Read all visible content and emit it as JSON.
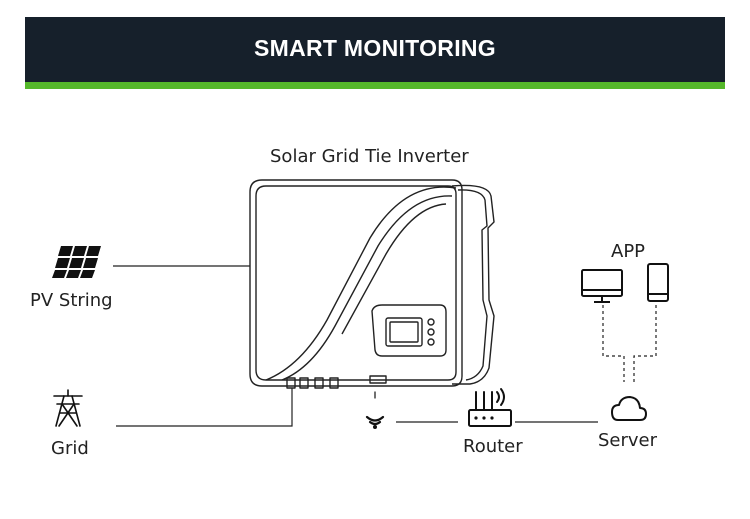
{
  "header": {
    "title": "SMART MONITORING"
  },
  "diagram": {
    "device_label": "Solar Grid Tie Inverter",
    "pv_label": "PV String",
    "grid_label": "Grid",
    "router_label": "Router",
    "server_label": "Server",
    "app_label": "APP"
  },
  "icons": {
    "pv": "solar-panel-icon",
    "grid": "power-tower-icon",
    "wifi": "wifi-signal-icon",
    "router": "router-icon",
    "server": "cloud-icon",
    "desktop": "monitor-icon",
    "mobile": "smartphone-icon"
  },
  "colors": {
    "banner_bg": "#16202b",
    "banner_stripe": "#55b82a",
    "line": "#222222"
  }
}
